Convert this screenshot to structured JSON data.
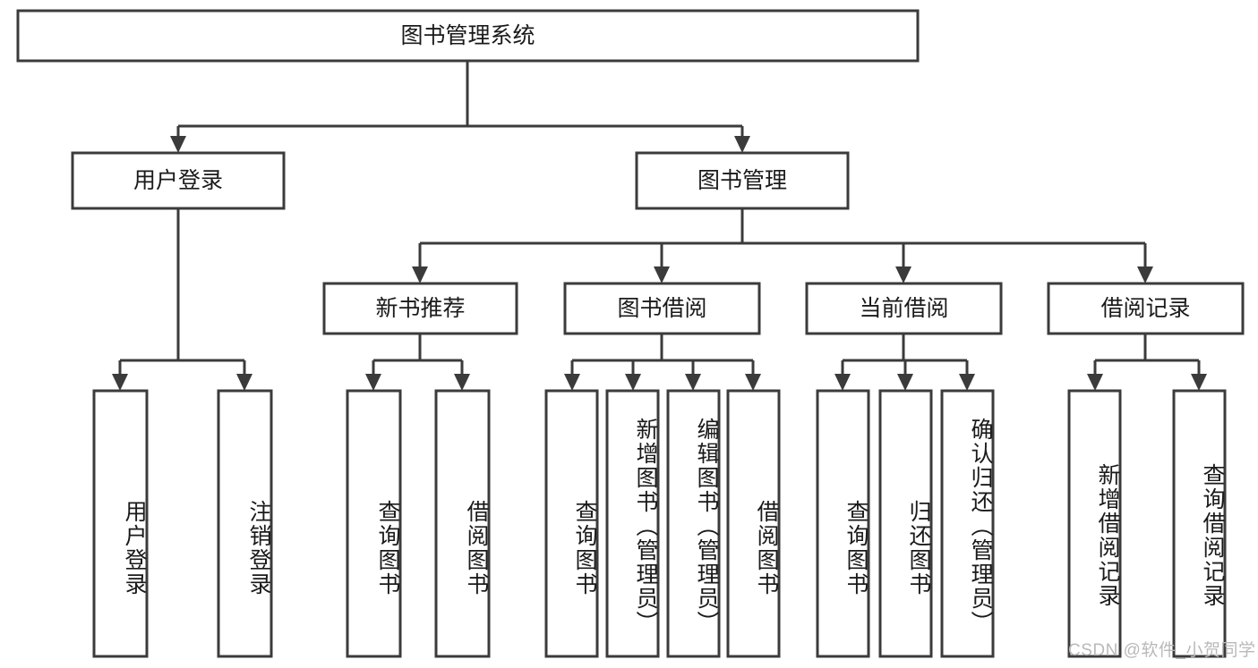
{
  "diagram": {
    "type": "tree-hierarchy-chart",
    "title": "图书管理系统",
    "watermark": "CSDN @软件_小贺同学",
    "colors": {
      "box_stroke": "#3b3b3b",
      "box_fill": "#ffffff",
      "text": "#1a1a1a",
      "background": "#ffffff",
      "watermark": "#b9b9b9"
    },
    "levels": {
      "level1": [
        {
          "id": "root",
          "label": "图书管理系统",
          "orientation": "horizontal"
        }
      ],
      "level2": [
        {
          "id": "user-login",
          "label": "用户登录",
          "orientation": "horizontal"
        },
        {
          "id": "book-manage",
          "label": "图书管理",
          "orientation": "horizontal"
        }
      ],
      "level3": [
        {
          "id": "new-book-recommend",
          "label": "新书推荐",
          "orientation": "horizontal"
        },
        {
          "id": "book-borrow",
          "label": "图书借阅",
          "orientation": "horizontal"
        },
        {
          "id": "current-borrow",
          "label": "当前借阅",
          "orientation": "horizontal"
        },
        {
          "id": "borrow-record",
          "label": "借阅记录",
          "orientation": "horizontal"
        }
      ],
      "level4": [
        {
          "id": "leaf-user-login",
          "label": "用户登录",
          "orientation": "vertical",
          "parent": "user-login"
        },
        {
          "id": "leaf-logout-login",
          "label": "注销登录",
          "orientation": "vertical",
          "parent": "user-login"
        },
        {
          "id": "leaf-query-book-1",
          "label": "查询图书",
          "orientation": "vertical",
          "parent": "new-book-recommend"
        },
        {
          "id": "leaf-borrow-book-1",
          "label": "借阅图书",
          "orientation": "vertical",
          "parent": "new-book-recommend"
        },
        {
          "id": "leaf-query-book-2",
          "label": "查询图书",
          "orientation": "vertical",
          "parent": "book-borrow"
        },
        {
          "id": "leaf-add-book",
          "label": "新增图书（管理员）",
          "orientation": "vertical",
          "parent": "book-borrow"
        },
        {
          "id": "leaf-edit-book",
          "label": "编辑图书（管理员）",
          "orientation": "vertical",
          "parent": "book-borrow"
        },
        {
          "id": "leaf-borrow-book-2",
          "label": "借阅图书",
          "orientation": "vertical",
          "parent": "book-borrow"
        },
        {
          "id": "leaf-query-book-3",
          "label": "查询图书",
          "orientation": "vertical",
          "parent": "current-borrow"
        },
        {
          "id": "leaf-return-book",
          "label": "归还图书",
          "orientation": "vertical",
          "parent": "current-borrow"
        },
        {
          "id": "leaf-confirm-return",
          "label": "确认归还（管理员）",
          "orientation": "vertical",
          "parent": "current-borrow"
        },
        {
          "id": "leaf-add-record",
          "label": "新增借阅记录",
          "orientation": "vertical",
          "parent": "borrow-record"
        },
        {
          "id": "leaf-query-record",
          "label": "查询借阅记录",
          "orientation": "vertical",
          "parent": "borrow-record"
        }
      ]
    }
  }
}
